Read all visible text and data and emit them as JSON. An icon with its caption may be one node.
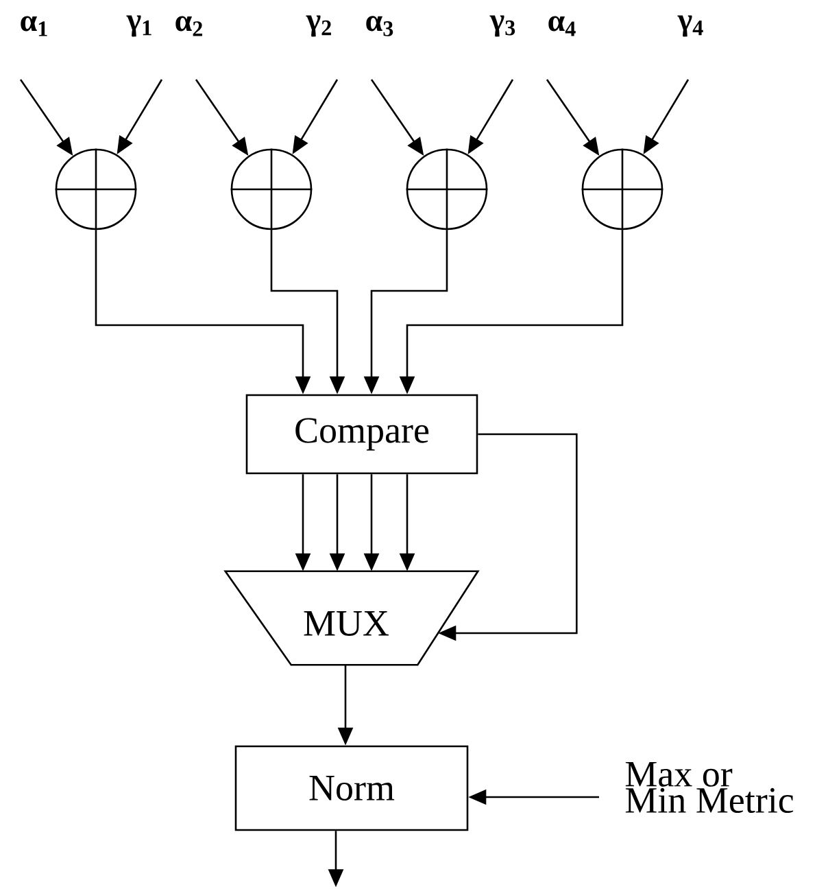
{
  "diagram": {
    "nodes": [
      {
        "text": [
          "α$_{1}$"
        ]
      },
      {
        "text": [
          "γ$_{1}$"
        ]
      },
      {
        "text": [
          "α$_{2}$"
        ]
      },
      {
        "text": [
          "γ$_{2}$"
        ]
      },
      {
        "text": [
          "α$_{3}$"
        ]
      },
      {
        "text": [
          "γ$_{3}$"
        ]
      },
      {
        "text": [
          "α$_{4}$"
        ]
      },
      {
        "text": [
          "γ$_{4}$"
        ]
      },
      {
        "text": [],
        "shape": "circle"
      },
      {
        "text": [],
        "shape": "circle"
      },
      {
        "text": [],
        "shape": "circle"
      },
      {
        "text": [],
        "shape": "circle"
      },
      {
        "text": [
          "Compare"
        ]
      },
      {
        "text": [
          "MUX"
        ]
      },
      {
        "text": [
          "Norm"
        ]
      },
      {
        "text": [
          "Max or Min Metric"
        ]
      }
    ],
    "edges": [
      {
        "from": 0,
        "to": 8,
        "arrow": "to"
      },
      {
        "from": 1,
        "to": 8,
        "arrow": "to"
      },
      {
        "from": 2,
        "to": 9,
        "arrow": "to"
      },
      {
        "from": 3,
        "to": 9,
        "arrow": "to"
      },
      {
        "from": 4,
        "to": 10,
        "arrow": "to"
      },
      {
        "from": 5,
        "to": 10,
        "arrow": "to"
      },
      {
        "from": 6,
        "to": 11,
        "arrow": "to"
      },
      {
        "from": 7,
        "to": 11,
        "arrow": "to"
      },
      {
        "from": 8,
        "to": 12,
        "arrow": "to"
      },
      {
        "from": 9,
        "to": 12,
        "arrow": "to"
      },
      {
        "from": 10,
        "to": 12,
        "arrow": "to"
      },
      {
        "from": 11,
        "to": 12,
        "arrow": "to"
      },
      {
        "from": 12,
        "to": 13,
        "arrow": "to"
      },
      {
        "from": 12,
        "to": 13,
        "arrow": "to"
      },
      {
        "from": 12,
        "to": 13,
        "arrow": "to"
      },
      {
        "from": 12,
        "to": 13,
        "arrow": "to"
      },
      {
        "from": 12,
        "to": 13,
        "arrow": "to"
      },
      {
        "from": 13,
        "to": 14,
        "arrow": "to"
      },
      {
        "from": 15,
        "to": 14,
        "arrow": "to"
      },
      {
        "from": 14,
        "to": null,
        "arrow": "to"
      }
    ]
  }
}
